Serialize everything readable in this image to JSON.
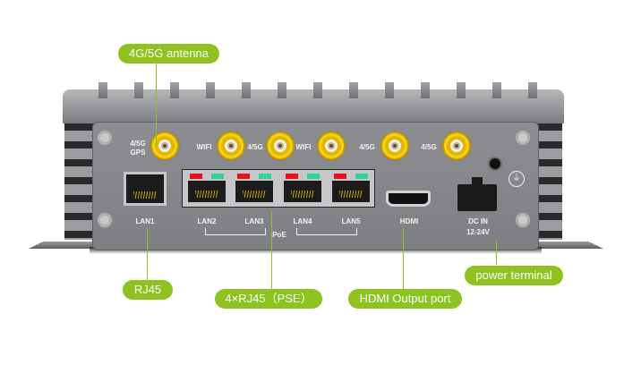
{
  "callouts": {
    "antenna": "4G/5G antenna",
    "rj45": "RJ45",
    "poe_ports": "4×RJ45（PSE）",
    "hdmi": "HDMI Output port",
    "power": "power terminal"
  },
  "device_labels": {
    "gps": "4/5G\nGPS",
    "gps_line1": "4/5G",
    "gps_line2": "GPS",
    "wifi_1": "WIFI",
    "cell_1": "4/5G",
    "wifi_2": "WIFI",
    "cell_2": "4/5G",
    "cell_3": "4/5G",
    "lan1": "LAN1",
    "lan2": "LAN2",
    "lan3": "LAN3",
    "lan4": "LAN4",
    "lan5": "LAN5",
    "poe": "PoE",
    "hdmi": "HDMI",
    "dc_in_line1": "DC IN",
    "dc_in_line2": "12-24V"
  },
  "colors": {
    "callout_green": "#8dc21f",
    "chassis_gray": "#85878a",
    "antenna_gold": "#f0c419",
    "led_red": "#e8121c",
    "led_green": "#2fd39a"
  }
}
